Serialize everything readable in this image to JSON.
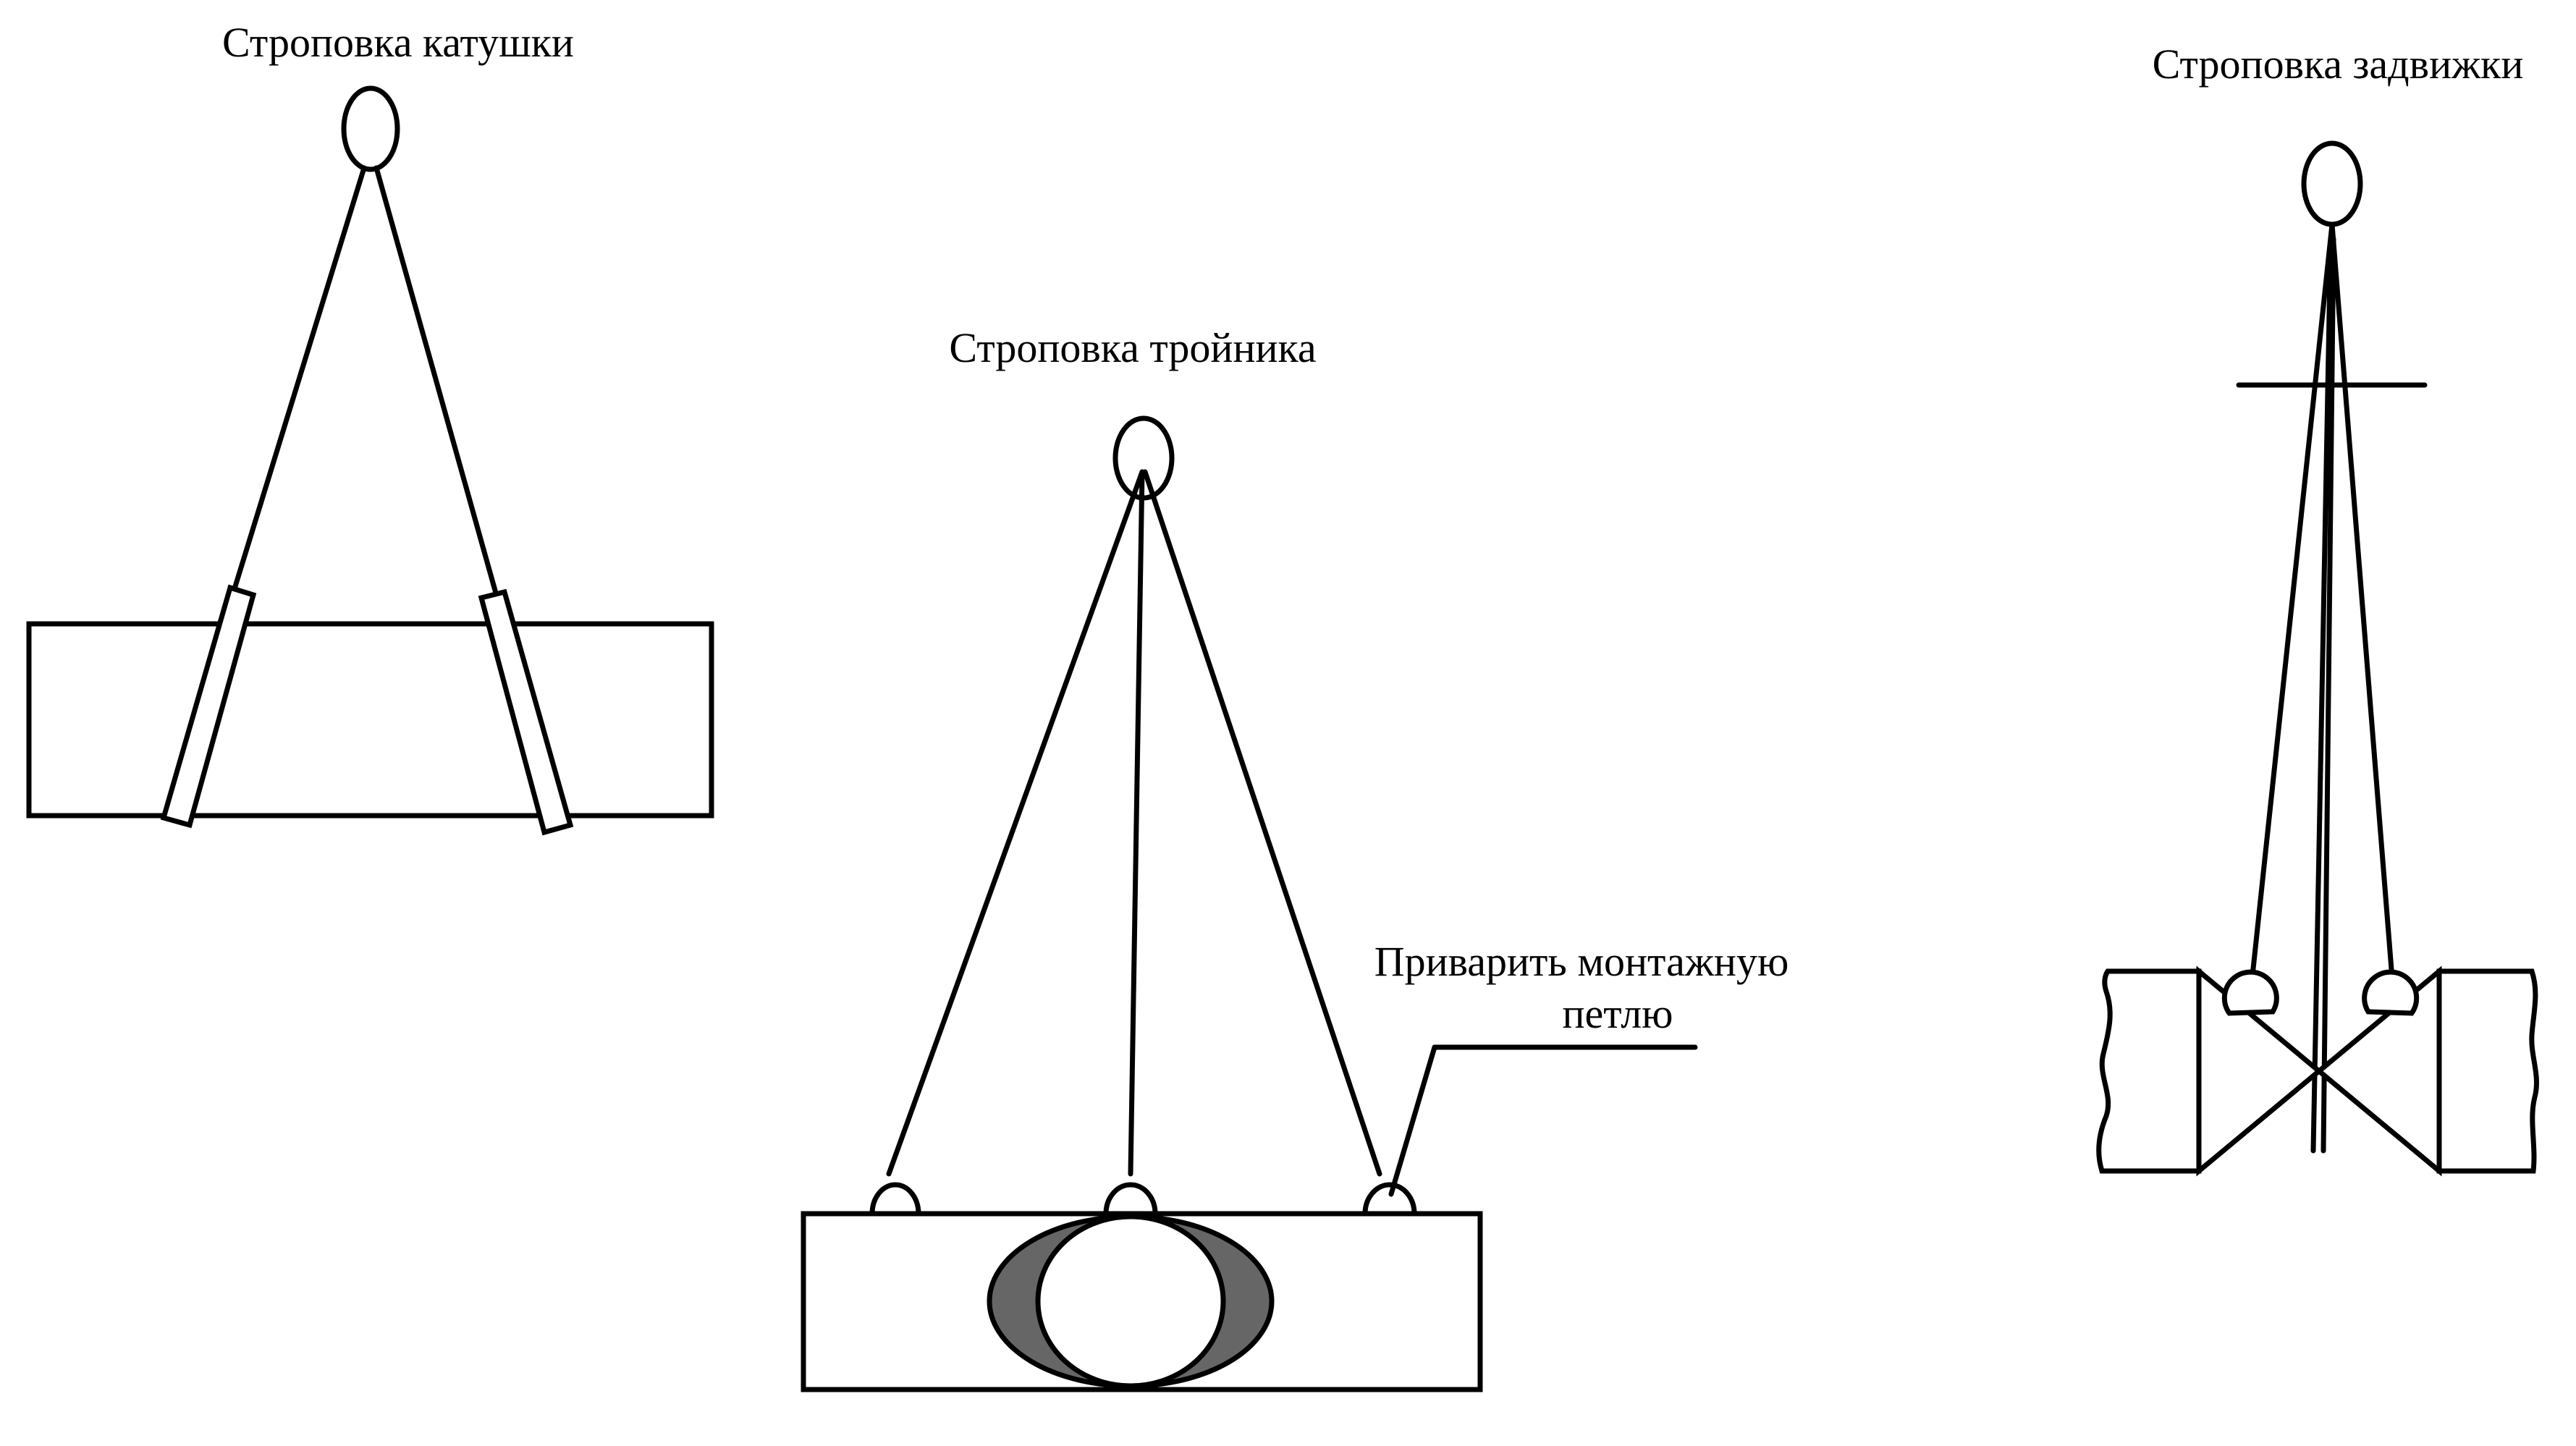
{
  "labels": {
    "spool": "Строповка катушки",
    "tee": "Строповка тройника",
    "valve": "Строповка задвижки",
    "weld_note_line1": "Приварить монтажную",
    "weld_note_line2": "петлю"
  },
  "colors": {
    "line": "#000000",
    "background": "#ffffff",
    "pipe_opening_shade": "#666666"
  }
}
